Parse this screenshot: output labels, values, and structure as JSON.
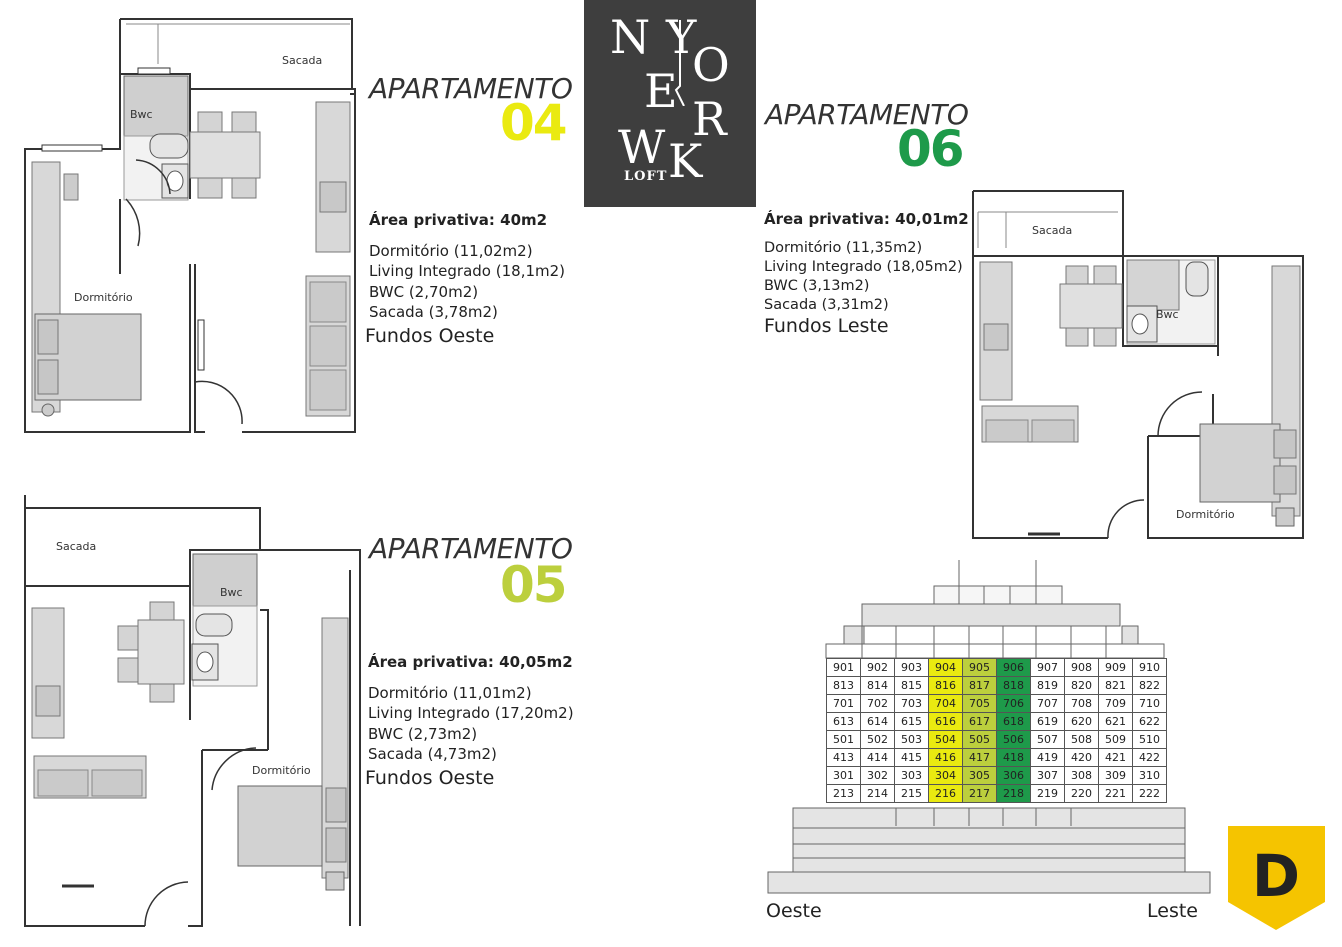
{
  "logo": {
    "letters": [
      "N",
      "Y",
      "O",
      "E",
      "R",
      "W",
      "K"
    ],
    "sub": "LOFT"
  },
  "apartments": [
    {
      "id": "ap04",
      "title": "APARTAMENTO",
      "number": "04",
      "color": "#eaea10",
      "area": "Área privativa: 40m2",
      "rooms": [
        "Dormitório (11,02m2)",
        "Living Integrado (18,1m2)",
        "BWC (2,70m2)",
        "Sacada (3,78m2)"
      ],
      "facing": "Fundos Oeste",
      "plan_labels": {
        "sacada": "Sacada",
        "bwc": "Bwc",
        "dormitorio": "Dormitório"
      }
    },
    {
      "id": "ap06",
      "title": "APARTAMENTO",
      "number": "06",
      "color": "#1e9a4a",
      "area": "Área privativa: 40,01m2",
      "rooms": [
        "Dormitório (11,35m2)",
        "Living Integrado (18,05m2)",
        "BWC (3,13m2)",
        "Sacada (3,31m2)"
      ],
      "facing": "Fundos Leste",
      "plan_labels": {
        "sacada": "Sacada",
        "bwc": "Bwc",
        "dormitorio": "Dormitório"
      }
    },
    {
      "id": "ap05",
      "title": "APARTAMENTO",
      "number": "05",
      "color": "#bccf3d",
      "area": "Área privativa: 40,05m2",
      "rooms": [
        "Dormitório (11,01m2)",
        "Living Integrado (17,20m2)",
        "BWC (2,73m2)",
        "Sacada (4,73m2)"
      ],
      "facing": "Fundos Oeste",
      "plan_labels": {
        "sacada": "Sacada",
        "bwc": "Bwc",
        "dormitorio": "Dormitório"
      }
    }
  ],
  "building": {
    "rows": [
      [
        "901",
        "902",
        "903",
        "904",
        "905",
        "906",
        "907",
        "908",
        "909",
        "910"
      ],
      [
        "813",
        "814",
        "815",
        "816",
        "817",
        "818",
        "819",
        "820",
        "821",
        "822"
      ],
      [
        "701",
        "702",
        "703",
        "704",
        "705",
        "706",
        "707",
        "708",
        "709",
        "710"
      ],
      [
        "613",
        "614",
        "615",
        "616",
        "617",
        "618",
        "619",
        "620",
        "621",
        "622"
      ],
      [
        "501",
        "502",
        "503",
        "504",
        "505",
        "506",
        "507",
        "508",
        "509",
        "510"
      ],
      [
        "413",
        "414",
        "415",
        "416",
        "417",
        "418",
        "419",
        "420",
        "421",
        "422"
      ],
      [
        "301",
        "302",
        "303",
        "304",
        "305",
        "306",
        "307",
        "308",
        "309",
        "310"
      ],
      [
        "213",
        "214",
        "215",
        "216",
        "217",
        "218",
        "219",
        "220",
        "221",
        "222"
      ]
    ],
    "highlight_colors": {
      "3": "#eaea10",
      "4": "#bccf3d",
      "5": "#1e9a4a"
    },
    "west_label": "Oeste",
    "east_label": "Leste"
  },
  "brand_badge": {
    "letter": "D",
    "color": "#f5c400"
  }
}
